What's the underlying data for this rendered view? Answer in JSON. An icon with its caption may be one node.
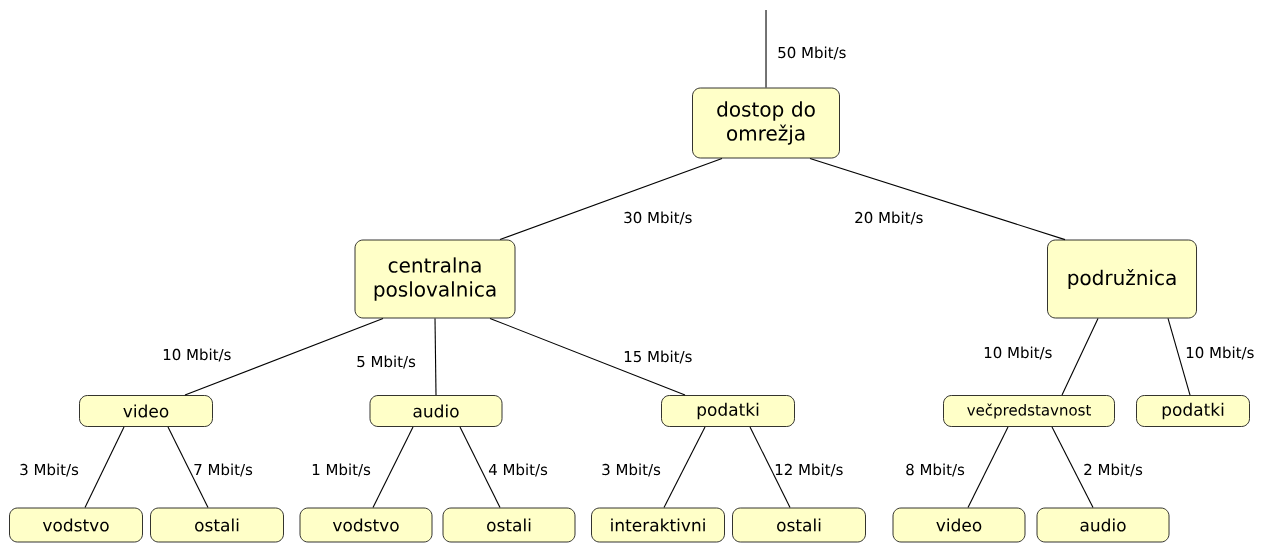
{
  "diagram": {
    "nodes": [
      {
        "text": [
          "dostop do omrežja"
        ]
      },
      {
        "text": [
          "centralna poslovalnica"
        ]
      },
      {
        "text": [
          "podružnica"
        ]
      },
      {
        "text": [
          "video"
        ]
      },
      {
        "text": [
          "audio"
        ]
      },
      {
        "text": [
          "podatki"
        ]
      },
      {
        "text": [
          "večpredstavnost"
        ]
      },
      {
        "text": [
          "podatki"
        ]
      },
      {
        "text": [
          "vodstvo"
        ]
      },
      {
        "text": [
          "ostali"
        ]
      },
      {
        "text": [
          "vodstvo"
        ]
      },
      {
        "text": [
          "ostali"
        ]
      },
      {
        "text": [
          "interaktivni"
        ]
      },
      {
        "text": [
          "ostali"
        ]
      },
      {
        "text": [
          "video"
        ]
      },
      {
        "text": [
          "audio"
        ]
      }
    ],
    "edges": [
      {
        "from": null,
        "to": 0,
        "arrow": "none",
        "label": "50 Mbit/s"
      },
      {
        "from": 0,
        "to": 1,
        "arrow": "none",
        "label": "30 Mbit/s"
      },
      {
        "from": 0,
        "to": 2,
        "arrow": "none",
        "label": "20 Mbit/s"
      },
      {
        "from": 1,
        "to": 3,
        "arrow": "none",
        "label": "10 Mbit/s"
      },
      {
        "from": 1,
        "to": 4,
        "arrow": "none",
        "label": "5 Mbit/s"
      },
      {
        "from": 1,
        "to": 5,
        "arrow": "none",
        "label": "15 Mbit/s"
      },
      {
        "from": 2,
        "to": 6,
        "arrow": "none",
        "label": "10 Mbit/s"
      },
      {
        "from": 2,
        "to": 7,
        "arrow": "none",
        "label": "10 Mbit/s"
      },
      {
        "from": 3,
        "to": 8,
        "arrow": "none",
        "label": "3 Mbit/s"
      },
      {
        "from": 3,
        "to": 9,
        "arrow": "none",
        "label": "7 Mbit/s"
      },
      {
        "from": 4,
        "to": 10,
        "arrow": "none",
        "label": "1 Mbit/s"
      },
      {
        "from": 4,
        "to": 11,
        "arrow": "none",
        "label": "4 Mbit/s"
      },
      {
        "from": 5,
        "to": 12,
        "arrow": "none",
        "label": "3 Mbit/s"
      },
      {
        "from": 5,
        "to": 13,
        "arrow": "none",
        "label": "12 Mbit/s"
      },
      {
        "from": 6,
        "to": 14,
        "arrow": "none",
        "label": "8 Mbit/s"
      },
      {
        "from": 6,
        "to": 15,
        "arrow": "none",
        "label": "2 Mbit/s"
      }
    ]
  }
}
